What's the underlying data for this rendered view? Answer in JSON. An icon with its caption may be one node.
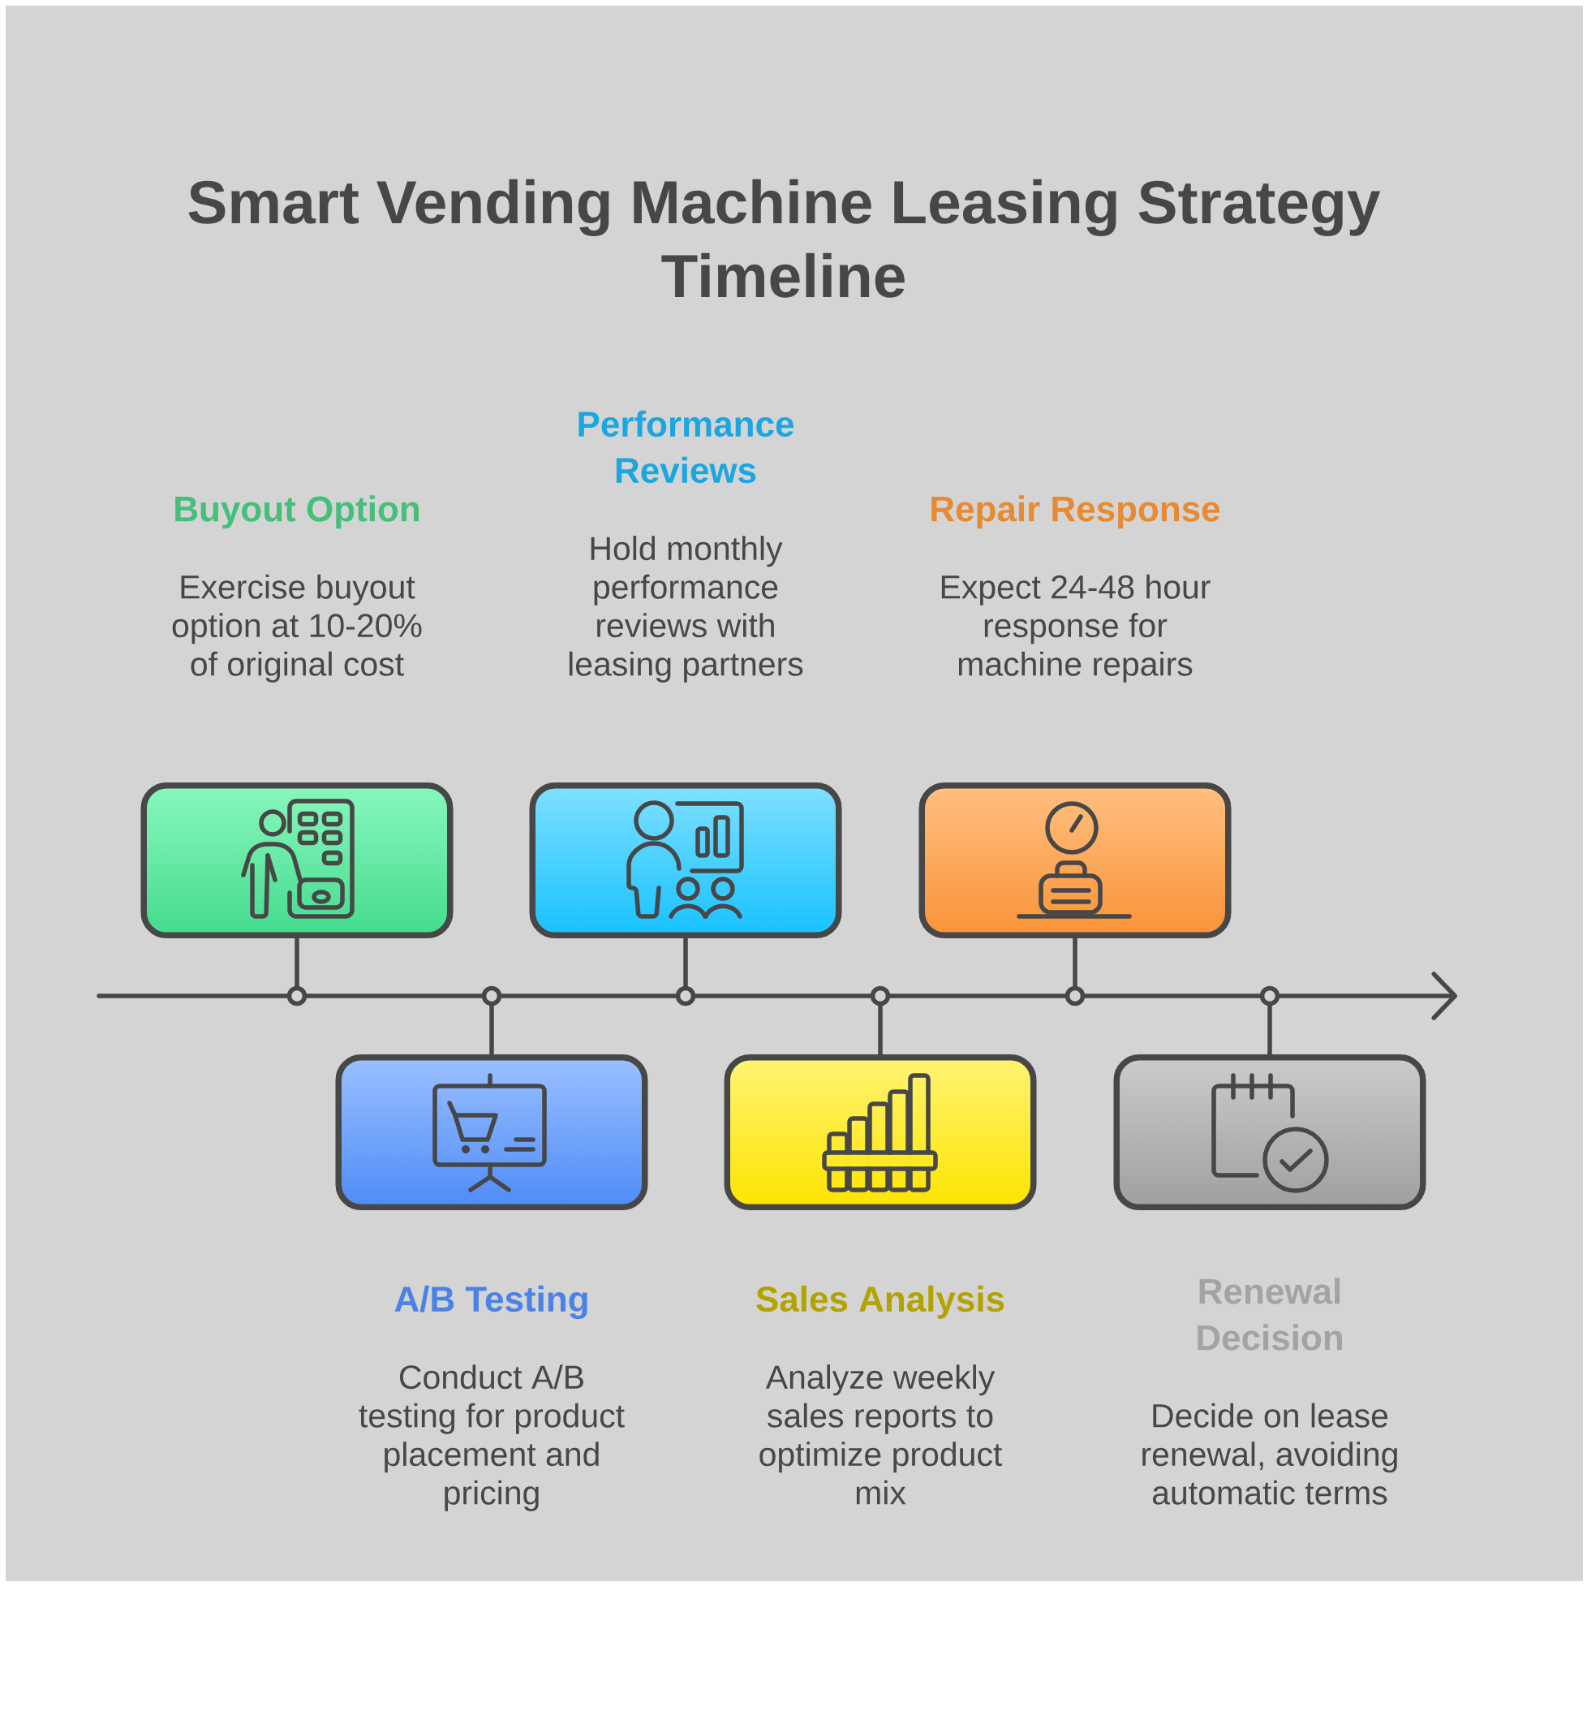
{
  "diagram": {
    "title": "Smart Vending Machine Leasing Strategy Timeline",
    "nodes": [
      {
        "text": [
          "Buyout Option",
          "Exercise buyout option at 10-20% of original cost"
        ]
      },
      {
        "text": [
          "A/B Testing",
          "Conduct A/B testing for product placement and pricing"
        ]
      },
      {
        "text": [
          "Performance Reviews",
          "Hold monthly performance reviews with leasing partners"
        ]
      },
      {
        "text": [
          "Sales Analysis",
          "Analyze weekly sales reports to optimize product mix"
        ]
      },
      {
        "text": [
          "Repair Response",
          "Expect 24-48 hour response for machine repairs"
        ]
      },
      {
        "text": [
          "Renewal Decision",
          "Decide on lease renewal, avoiding automatic terms"
        ]
      },
      {
        "text": [],
        "shape": "circle"
      },
      {
        "text": [],
        "shape": "circle"
      },
      {
        "text": [],
        "shape": "circle"
      },
      {
        "text": [],
        "shape": "circle"
      },
      {
        "text": [],
        "shape": "circle"
      },
      {
        "text": [],
        "shape": "circle"
      }
    ],
    "edges": [
      {
        "from": 0,
        "to": 6,
        "arrow": "none"
      },
      {
        "from": 1,
        "to": 7,
        "arrow": "none"
      },
      {
        "from": 2,
        "to": 8,
        "arrow": "none"
      },
      {
        "from": 3,
        "to": 9,
        "arrow": "none"
      },
      {
        "from": 4,
        "to": 10,
        "arrow": "none"
      },
      {
        "from": 5,
        "to": 11,
        "arrow": "none"
      },
      {
        "from": null,
        "to": 6,
        "arrow": "none"
      },
      {
        "from": 6,
        "to": 7,
        "arrow": "none"
      },
      {
        "from": 7,
        "to": 8,
        "arrow": "none"
      },
      {
        "from": 8,
        "to": 9,
        "arrow": "none"
      },
      {
        "from": 9,
        "to": 10,
        "arrow": "none"
      },
      {
        "from": 10,
        "to": 11,
        "arrow": "none"
      },
      {
        "from": 11,
        "to": null,
        "arrow": "to"
      }
    ]
  }
}
